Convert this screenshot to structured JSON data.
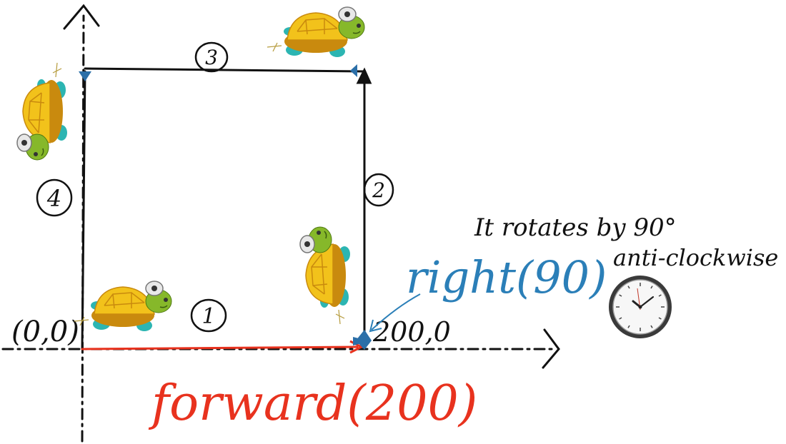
{
  "colors": {
    "ink": "#111111",
    "red_line": "#e8321e",
    "blue_text": "#2b7fb8",
    "turtle_shell": "#f2c21b",
    "turtle_shell_dark": "#c98a0e",
    "turtle_skin": "#86b82a",
    "turtle_flipper": "#2cb5b2",
    "marker": "#2b6fa8"
  },
  "labels": {
    "origin": "(0,0)",
    "point_200": "200,0",
    "command_forward": "forward(200)",
    "command_right": "right(90)",
    "note_line1": "It rotates by 90°",
    "note_line2": "anti-clockwise",
    "step1": "1",
    "step2": "2",
    "step3": "3",
    "step4": "4"
  },
  "icons": {
    "turtle": "turtle-icon",
    "clock": "clock-icon",
    "axis_arrow": "arrow-icon",
    "position_marker": "turtle-marker-icon"
  }
}
